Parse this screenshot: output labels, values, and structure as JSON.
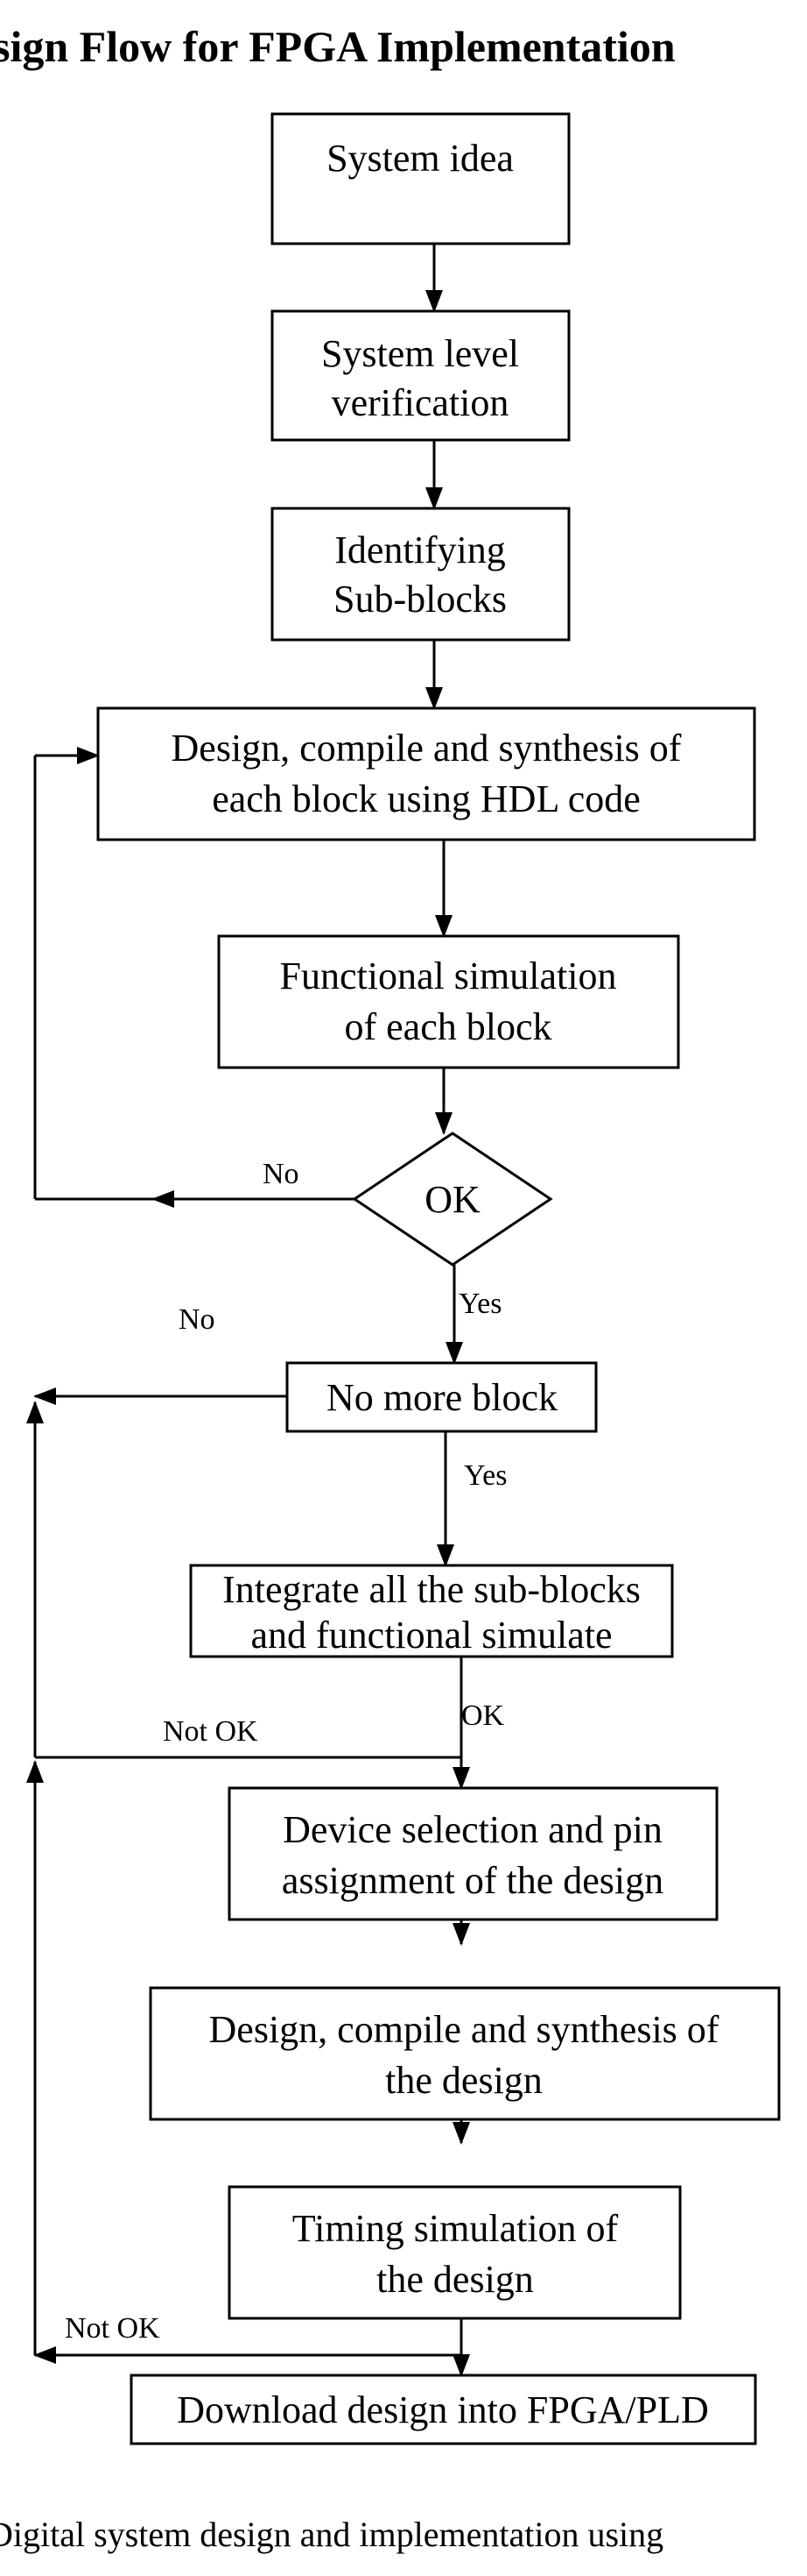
{
  "title": "sign Flow for FPGA Implementation",
  "caption": "Digital system design and implementation using",
  "nodes": {
    "system_idea": [
      "System idea"
    ],
    "system_verification": [
      "System level",
      "verification"
    ],
    "identify_subblocks": [
      "Identifying",
      "Sub-blocks"
    ],
    "design_each_block": [
      "Design, compile and synthesis of",
      "each block using HDL code"
    ],
    "functional_sim": [
      "Functional simulation",
      "of each block"
    ],
    "ok_decision": [
      "OK"
    ],
    "no_more_block": [
      "No more block"
    ],
    "integrate": [
      "Integrate all the sub-blocks",
      "and functional simulate"
    ],
    "device_selection": [
      "Device selection and pin",
      "assignment of the design"
    ],
    "design_compile": [
      "Design, compile and synthesis of",
      "the design"
    ],
    "timing_sim": [
      "Timing simulation of",
      "the design"
    ],
    "download": [
      "Download design into FPGA/PLD"
    ]
  },
  "edge_labels": {
    "ok_no": "No",
    "ok_yes": "Yes",
    "nomore_no": "No",
    "nomore_yes": "Yes",
    "integrate_not_ok": "Not OK",
    "integrate_ok": "OK",
    "timing_not_ok": "Not OK"
  }
}
